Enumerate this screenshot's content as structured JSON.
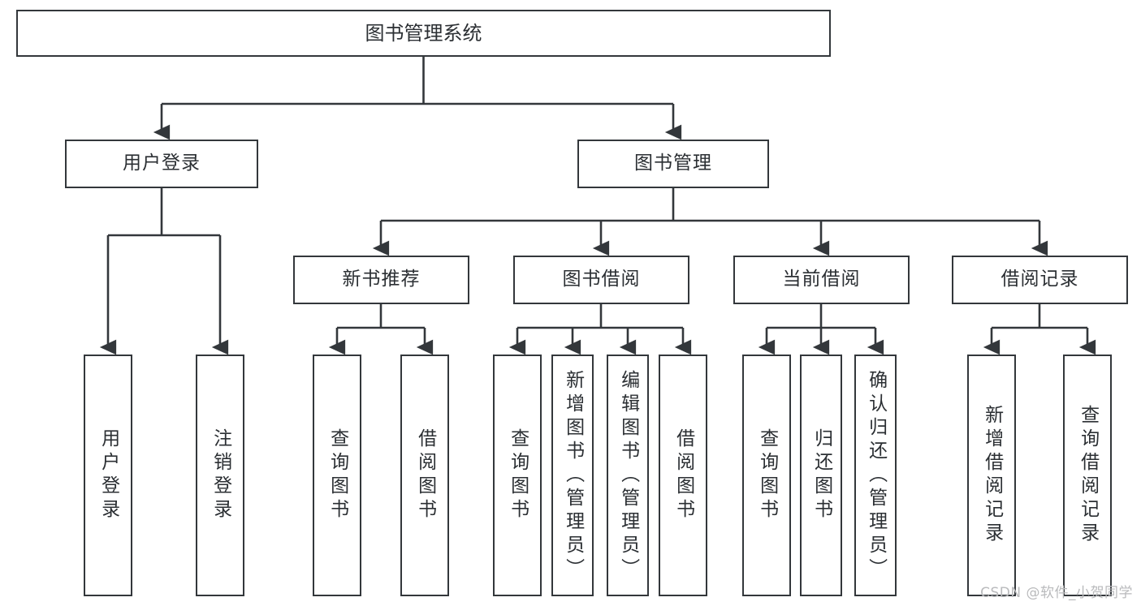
{
  "diagram": {
    "title": "图书管理系统",
    "type": "tree-hierarchy",
    "stroke_color": "#33373b",
    "text_color": "#2b2f33",
    "background_color": "#ffffff"
  },
  "root": {
    "label": "图书管理系统"
  },
  "level2": [
    {
      "label": "用户登录"
    },
    {
      "label": "图书管理"
    }
  ],
  "level3": [
    {
      "label": "新书推荐"
    },
    {
      "label": "图书借阅"
    },
    {
      "label": "当前借阅"
    },
    {
      "label": "借阅记录"
    }
  ],
  "leaves": {
    "user_login": [
      {
        "label": "用户登录"
      },
      {
        "label": "注销登录"
      }
    ],
    "new_book": [
      {
        "label": "查询图书"
      },
      {
        "label": "借阅图书"
      }
    ],
    "book_borrow": [
      {
        "label": "查询图书"
      },
      {
        "label": "新增图书（管理员）"
      },
      {
        "label": "编辑图书（管理员）"
      },
      {
        "label": "借阅图书"
      }
    ],
    "current_borrow": [
      {
        "label": "查询图书"
      },
      {
        "label": "归还图书"
      },
      {
        "label": "确认归还（管理员）"
      }
    ],
    "borrow_record": [
      {
        "label": "新增借阅记录"
      },
      {
        "label": "查询借阅记录"
      }
    ]
  },
  "watermark": {
    "text": "CSDN @软件_小贺同学"
  }
}
